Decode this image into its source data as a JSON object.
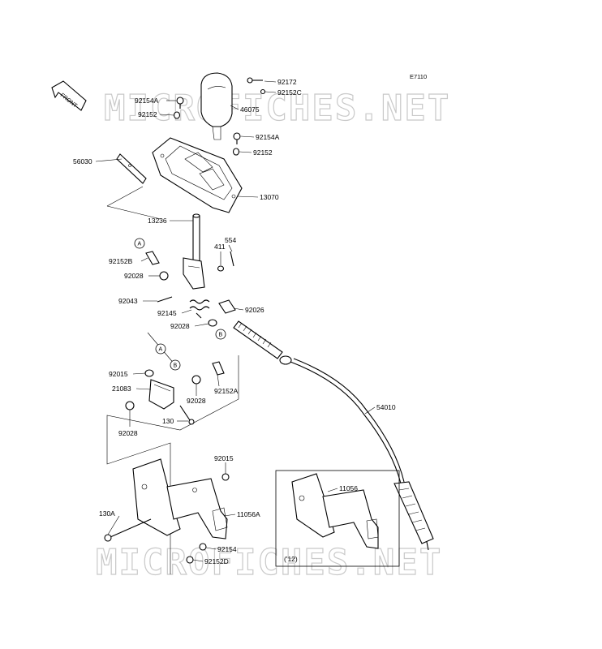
{
  "diagram_code": "E7110",
  "front_marker": "FRONT",
  "watermark": "MICROFICHES.NET",
  "inset_note": "('12)",
  "callouts": {
    "a": "A",
    "b": "B"
  },
  "parts": {
    "p92172": "92172",
    "p92152C": "92152C",
    "p46075": "46075",
    "p92154A_top": "92154A",
    "p92152_top": "92152",
    "p92154A_right": "92154A",
    "p92152_right": "92152",
    "p56030": "56030",
    "p13070": "13070",
    "p13236": "13236",
    "p411": "411",
    "p554": "554",
    "p92152B": "92152B",
    "p92028_a": "92028",
    "p92043": "92043",
    "p92145": "92145",
    "p92026": "92026",
    "p92028_b": "92028",
    "p92015_a": "92015",
    "p21083": "21083",
    "p92028_c": "92028",
    "p92152A": "92152A",
    "p130": "130",
    "p92028_d": "92028",
    "p54010": "54010",
    "p92015_b": "92015",
    "p11056A": "11056A",
    "p130A": "130A",
    "p92154": "92154",
    "p92152D": "92152D",
    "p11056": "11056"
  }
}
